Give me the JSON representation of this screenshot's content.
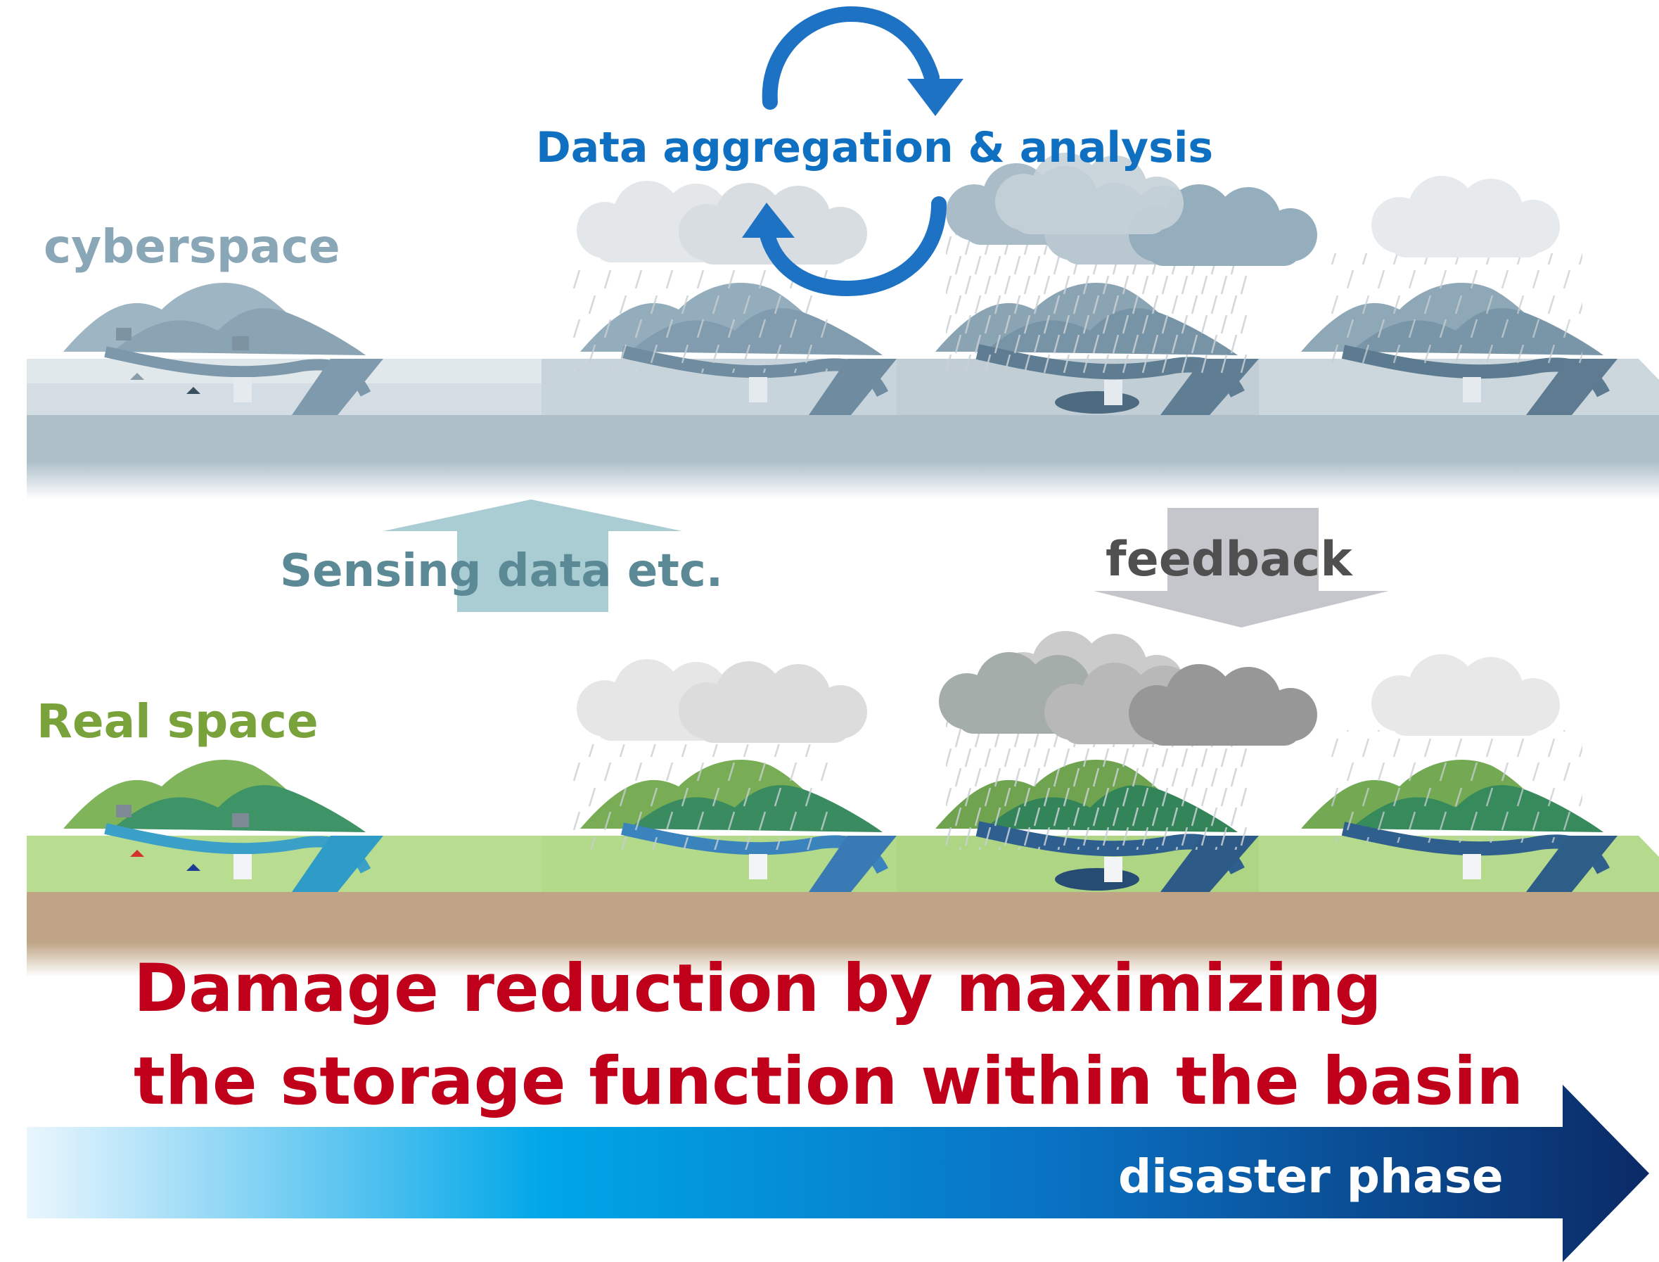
{
  "labels": {
    "cyberspace": "cyberspace",
    "real_space": "Real space",
    "analysis": "Data aggregation & analysis",
    "sensing": "Sensing data etc.",
    "feedback": "feedback",
    "headline_line1": "Damage reduction by maximizing",
    "headline_line2": "the storage function within the basin",
    "phase": "disaster phase"
  },
  "colors": {
    "cyberspace_text": "#8aa7b7",
    "real_space_text": "#79a33a",
    "analysis_text": "#0f6fc1",
    "cycle_arrow": "#1d72c4",
    "sensing_text": "#5b8a96",
    "sensing_arrow": "#a9cdd3",
    "feedback_text": "#505050",
    "feedback_arrow": "#c4c6cb",
    "headline_text": "#c0001a",
    "phase_text": "#ffffff",
    "phase_arrow_start": "#eaf6fd",
    "phase_arrow_mid": "#00a6e8",
    "phase_arrow_end": "#0b2a66",
    "cyber_ground": "#aebfc9",
    "cyber_top": "#d3dde3",
    "real_top": "#b8dd90",
    "real_soil": "#bfa585",
    "real_hill": "#5e9b4c",
    "real_river": "#3b8fc4"
  },
  "icons": [
    "cycle-arrows-icon",
    "up-arrow-icon",
    "down-arrow-icon",
    "phase-arrow-icon",
    "cloud-icon",
    "rain-icon",
    "hill-icon",
    "dam-icon",
    "river-icon",
    "house-icon",
    "building-icon"
  ]
}
